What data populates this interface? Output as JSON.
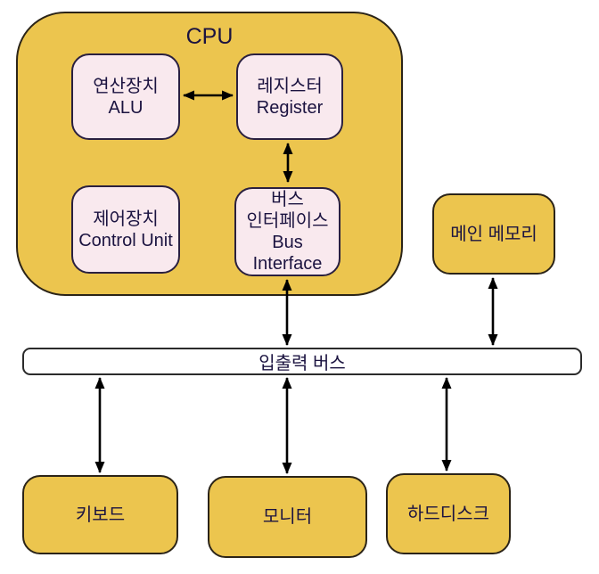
{
  "diagram": {
    "title": "CPU block diagram with I/O bus (Korean)",
    "palette": {
      "gold_fill": "#ecc54e",
      "pink_fill": "#f9e9ee",
      "box_border": "#2a2040",
      "outer_border": "#2b2418",
      "bus_fill": "#ffffff",
      "text": "#1b1340",
      "arrow": "#000000"
    },
    "cpu_group": {
      "title": "CPU",
      "alu": {
        "line1": "연산장치",
        "line2": "ALU"
      },
      "register": {
        "line1": "레지스터",
        "line2": "Register"
      },
      "control_unit": {
        "line1": "제어장치",
        "line2": "Control Unit"
      },
      "bus_interface": {
        "line1": "버스",
        "line2": "인터페이스",
        "line3": "Bus",
        "line4": "Interface"
      }
    },
    "main_memory": {
      "label": "메인 메모리"
    },
    "io_bus": {
      "label": "입출력 버스"
    },
    "devices": {
      "keyboard": {
        "label": "키보드"
      },
      "monitor": {
        "label": "모니터"
      },
      "hard_disk": {
        "label": "하드디스크"
      }
    },
    "connections": [
      {
        "from": "alu",
        "to": "register",
        "bidirectional": true
      },
      {
        "from": "register",
        "to": "bus-interface",
        "bidirectional": true
      },
      {
        "from": "bus-interface",
        "to": "io-bus",
        "bidirectional": true
      },
      {
        "from": "main-memory",
        "to": "io-bus",
        "bidirectional": true
      },
      {
        "from": "io-bus",
        "to": "keyboard",
        "bidirectional": true
      },
      {
        "from": "io-bus",
        "to": "monitor",
        "bidirectional": true
      },
      {
        "from": "io-bus",
        "to": "hard-disk",
        "bidirectional": true
      }
    ]
  }
}
